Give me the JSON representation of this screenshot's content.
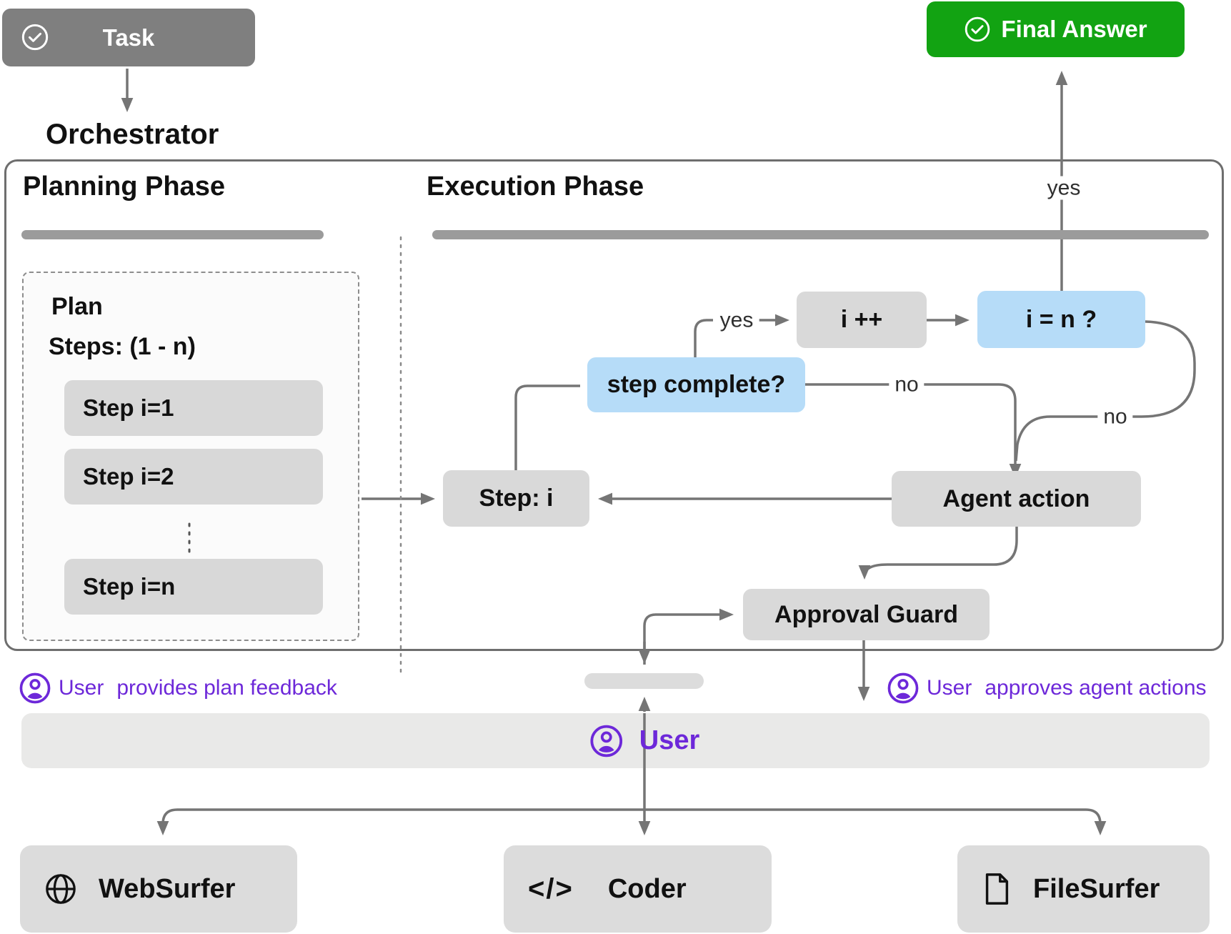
{
  "task": {
    "label": "Task",
    "icon": "check-circle-icon"
  },
  "orchestrator": {
    "label": "Orchestrator"
  },
  "final_answer": {
    "label": "Final Answer",
    "icon": "check-circle-icon"
  },
  "phases": {
    "planning": {
      "title": "Planning Phase"
    },
    "execution": {
      "title": "Execution Phase"
    }
  },
  "plan": {
    "title": "Plan",
    "steps_label": "Steps: (1 - n)",
    "steps": [
      {
        "label": "Step i=1"
      },
      {
        "label": "Step i=2"
      },
      {
        "label": "Step i=n"
      }
    ]
  },
  "flow": {
    "step_i": "Step: i",
    "step_complete": "step complete?",
    "increment": "i ++",
    "condition": "i = n ?",
    "agent_action": "Agent action",
    "approval_guard": "Approval Guard"
  },
  "edge_labels": {
    "yes_step_complete": "yes",
    "yes_final": "yes",
    "no_step_complete": "no",
    "no_condition": "no"
  },
  "captions": {
    "plan_feedback": {
      "user": "User",
      "rest": "provides plan feedback"
    },
    "approve_actions": {
      "user": "User",
      "rest": "approves agent actions"
    }
  },
  "user_bar": {
    "label": "User",
    "icon": "person-circle-icon"
  },
  "agents": [
    {
      "label": "WebSurfer",
      "icon": "globe-icon"
    },
    {
      "label": "Coder",
      "icon": "code-icon"
    },
    {
      "label": "FileSurfer",
      "icon": "file-icon"
    }
  ],
  "colors": {
    "node_gray": "#d9d9d9",
    "node_blue": "#b6dcf8",
    "task_gray": "#7f7f7f",
    "final_green": "#12a312",
    "accent_purple": "#6d28d9",
    "line_gray": "#757575",
    "user_bar_gray": "#e9e9e8"
  }
}
